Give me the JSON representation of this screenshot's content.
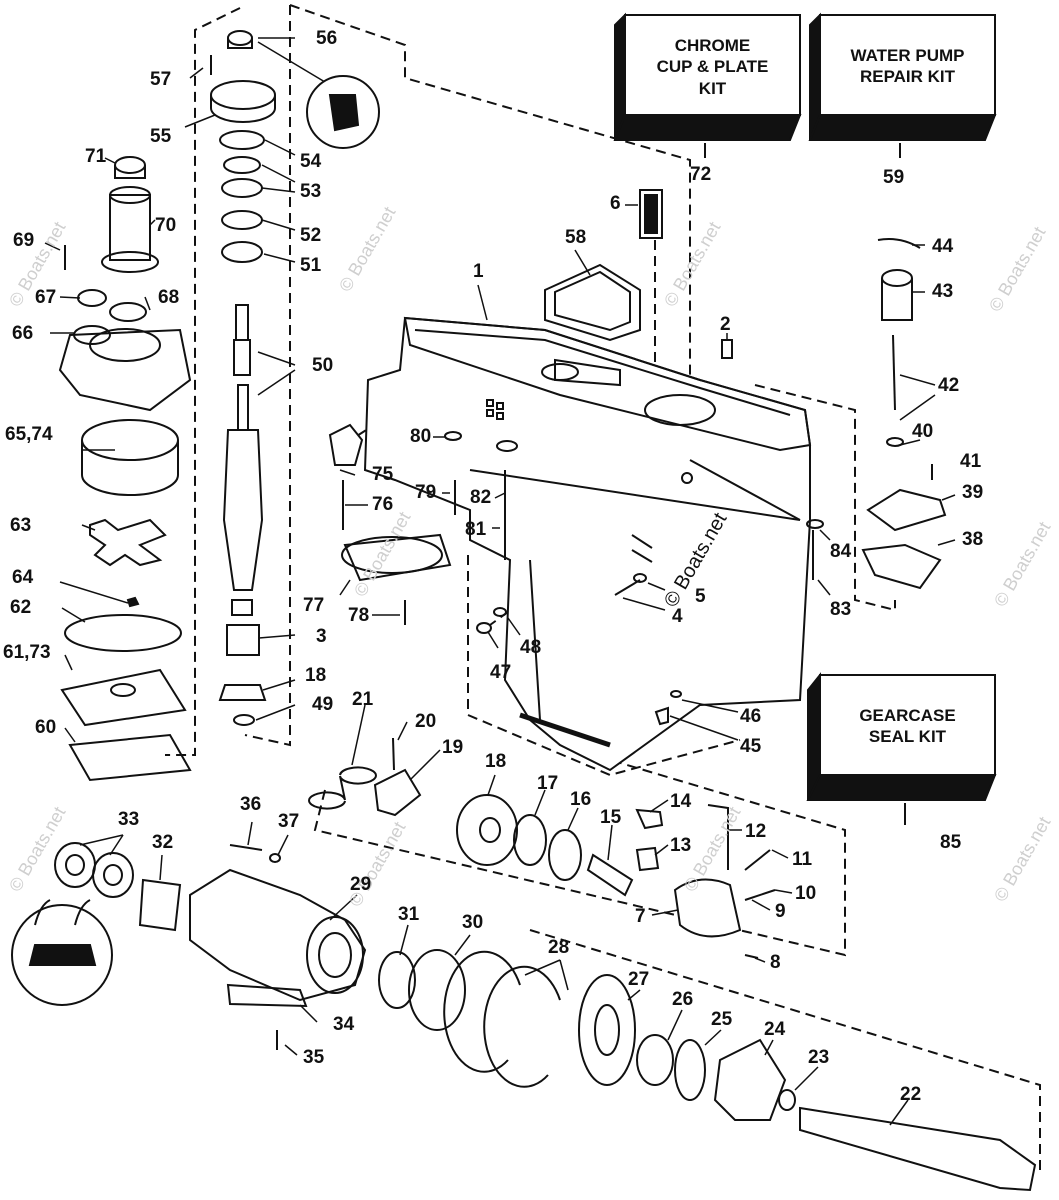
{
  "watermark": "© Boats.net",
  "kits": {
    "chrome": "CHROME CUP & PLATE KIT",
    "chrome_lines": [
      "CHROME",
      "CUP & PLATE",
      "KIT"
    ],
    "water_pump_lines": [
      "WATER PUMP",
      "REPAIR KIT"
    ],
    "gearcase_lines": [
      "GEARCASE",
      "SEAL KIT"
    ]
  },
  "callouts": {
    "c1": "1",
    "c2": "2",
    "c3": "3",
    "c4": "4",
    "c5": "5",
    "c6": "6",
    "c7": "7",
    "c8": "8",
    "c9": "9",
    "c10": "10",
    "c11": "11",
    "c12": "12",
    "c13": "13",
    "c14": "14",
    "c15": "15",
    "c16": "16",
    "c17": "17",
    "c18a": "18",
    "c18b": "18",
    "c19": "19",
    "c20": "20",
    "c21": "21",
    "c22": "22",
    "c23": "23",
    "c24": "24",
    "c25": "25",
    "c26": "26",
    "c27": "27",
    "c28": "28",
    "c29": "29",
    "c30": "30",
    "c31": "31",
    "c32": "32",
    "c33": "33",
    "c34": "34",
    "c35": "35",
    "c36": "36",
    "c37": "37",
    "c38": "38",
    "c39": "39",
    "c40": "40",
    "c41": "41",
    "c42": "42",
    "c43": "43",
    "c44": "44",
    "c45": "45",
    "c46": "46",
    "c47": "47",
    "c48": "48",
    "c49": "49",
    "c50": "50",
    "c51": "51",
    "c52": "52",
    "c53": "53",
    "c54": "54",
    "c55": "55",
    "c56": "56",
    "c57": "57",
    "c58": "58",
    "c59": "59",
    "c60": "60",
    "c6173": "61,73",
    "c62": "62",
    "c63": "63",
    "c64": "64",
    "c6574": "65,74",
    "c66": "66",
    "c67": "67",
    "c68": "68",
    "c69": "69",
    "c70": "70",
    "c71": "71",
    "c72": "72",
    "c75": "75",
    "c76": "76",
    "c77": "77",
    "c78": "78",
    "c79": "79",
    "c80": "80",
    "c81": "81",
    "c82": "82",
    "c83": "83",
    "c84": "84",
    "c85": "85"
  }
}
